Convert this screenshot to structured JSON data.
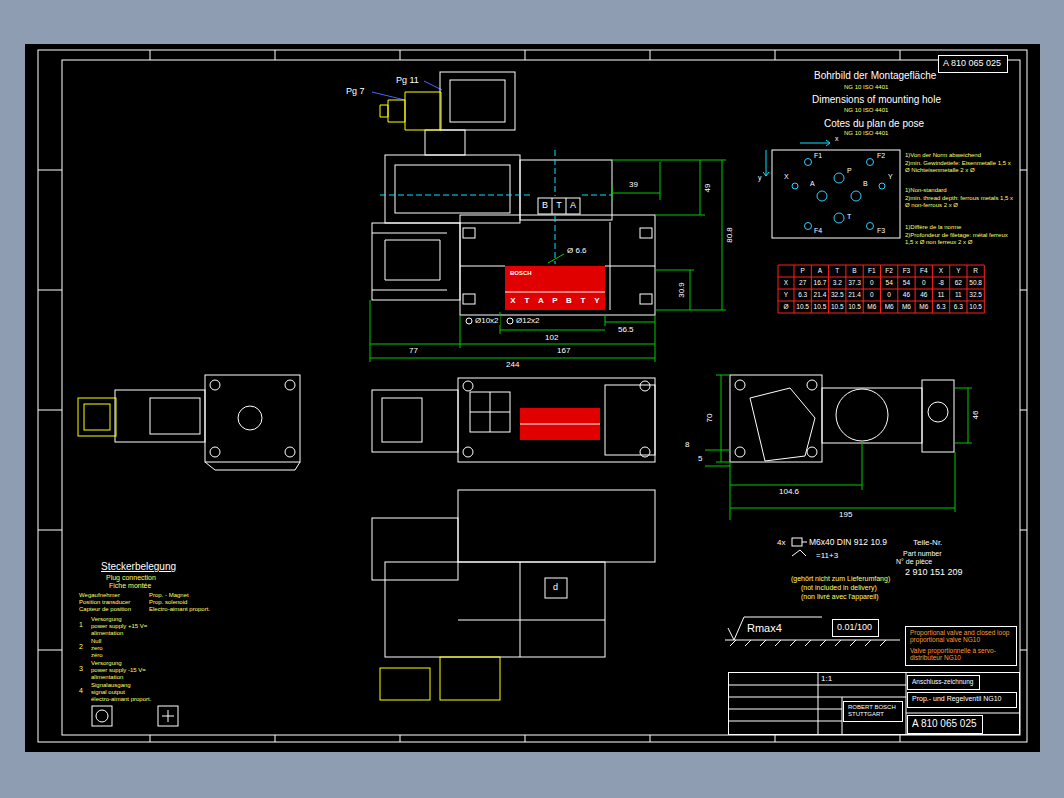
{
  "diagram": {
    "nodes": [
      {
        "text": [
          "A 810 065 025"
        ]
      },
      {
        "text": [
          "Proportional valve and closed loop proportional valve NG10",
          "Valve proportionnelle à servo-distributeur NG10"
        ]
      },
      {
        "text": [
          "1:1"
        ]
      },
      {
        "text": [
          "Anschluss-zeichnung"
        ],
        "in": 2
      },
      {
        "text": [
          "Prop.- und Regelventil NG10"
        ],
        "in": 2
      },
      {
        "text": [
          "ROBERT BOSCH STUTTGART"
        ],
        "in": 2
      },
      {
        "text": [
          "A 810 065 025"
        ],
        "in": 2
      },
      {
        "text": [
          "0.01/100"
        ]
      }
    ],
    "labels": [
      "Pg 7",
      "Pg 11",
      "Bohrbild der Montagefläche",
      "NG 10  ISO 4401",
      "Dimensions of mounting hole",
      "NG 10  ISO 4401",
      "Cotes du plan de pose",
      "NG 10  ISO 4401",
      "1)Von der Norm abweichend",
      "2)min. Gewindetiefe: Eisenmetalle 1,5 x Ø Nichteisenmetalle 2 x Ø",
      "1)Non-standard",
      "2)min. thread depth: ferrous metals 1,5 x Ø non-ferrous 2 x Ø",
      "1)Diffère de la norme",
      "2)Profondeur de filetage: métal ferreux 1,5 x Ø non ferreux 2 x Ø",
      "x",
      "y",
      "F1",
      "F2",
      "F3",
      "F4",
      "X",
      "Y",
      "P",
      "A",
      "B",
      "T",
      "P",
      "A",
      "T",
      "B",
      "F1",
      "F2",
      "F3",
      "F4",
      "X",
      "Y",
      "R",
      "X",
      "27",
      "16.7",
      "3.2",
      "37.3",
      "0",
      "54",
      "54",
      "0",
      "-8",
      "62",
      "50.8",
      "Y",
      "6.3",
      "21.4",
      "32.5",
      "21.4",
      "0",
      "0",
      "46",
      "46",
      "11",
      "11",
      "32.5",
      "Ø",
      "10.5",
      "10.5",
      "10.5",
      "10.5",
      "M6",
      "M6",
      "M6",
      "M6",
      "6.3",
      "6.3",
      "10.5",
      "39",
      "49",
      "80.8",
      "30.9",
      "Ø 6.6",
      "Ø10x2",
      "Ø12x2",
      "56.5",
      "102",
      "167",
      "77",
      "244",
      "X",
      "T",
      "A",
      "P",
      "B",
      "T",
      "Y",
      "B",
      "T",
      "A",
      "BOSCH",
      "70",
      "46",
      "8",
      "5",
      "104.6",
      "195",
      "d",
      "4x",
      "M6x40  DIN 912  10.9",
      "Teile-Nr.",
      "=11+3",
      "Part number",
      "N° de pièce",
      "2 910 151 209",
      "(gehört nicht zum Lieferumfang)",
      "(not included in delivery)",
      "(non livré avec l'appareil)",
      "Rmax4",
      "Steckerbelegung",
      "Plug connection",
      "Fiche montée",
      "Wegaufnehmer",
      "Prop. - Magnet",
      "Position transducer",
      "Prop. solenoid",
      "Capteur de position",
      "Electro-aimant proport.",
      "1",
      "Versorgung",
      "power supply +15 V=",
      "alimentation",
      "2",
      "Null",
      "zero",
      "zéro",
      "3",
      "Versorgung",
      "power supply -15 V=",
      "alimentation",
      "4",
      "Signalausgang",
      "signal output",
      "électro-aimant proport."
    ]
  }
}
